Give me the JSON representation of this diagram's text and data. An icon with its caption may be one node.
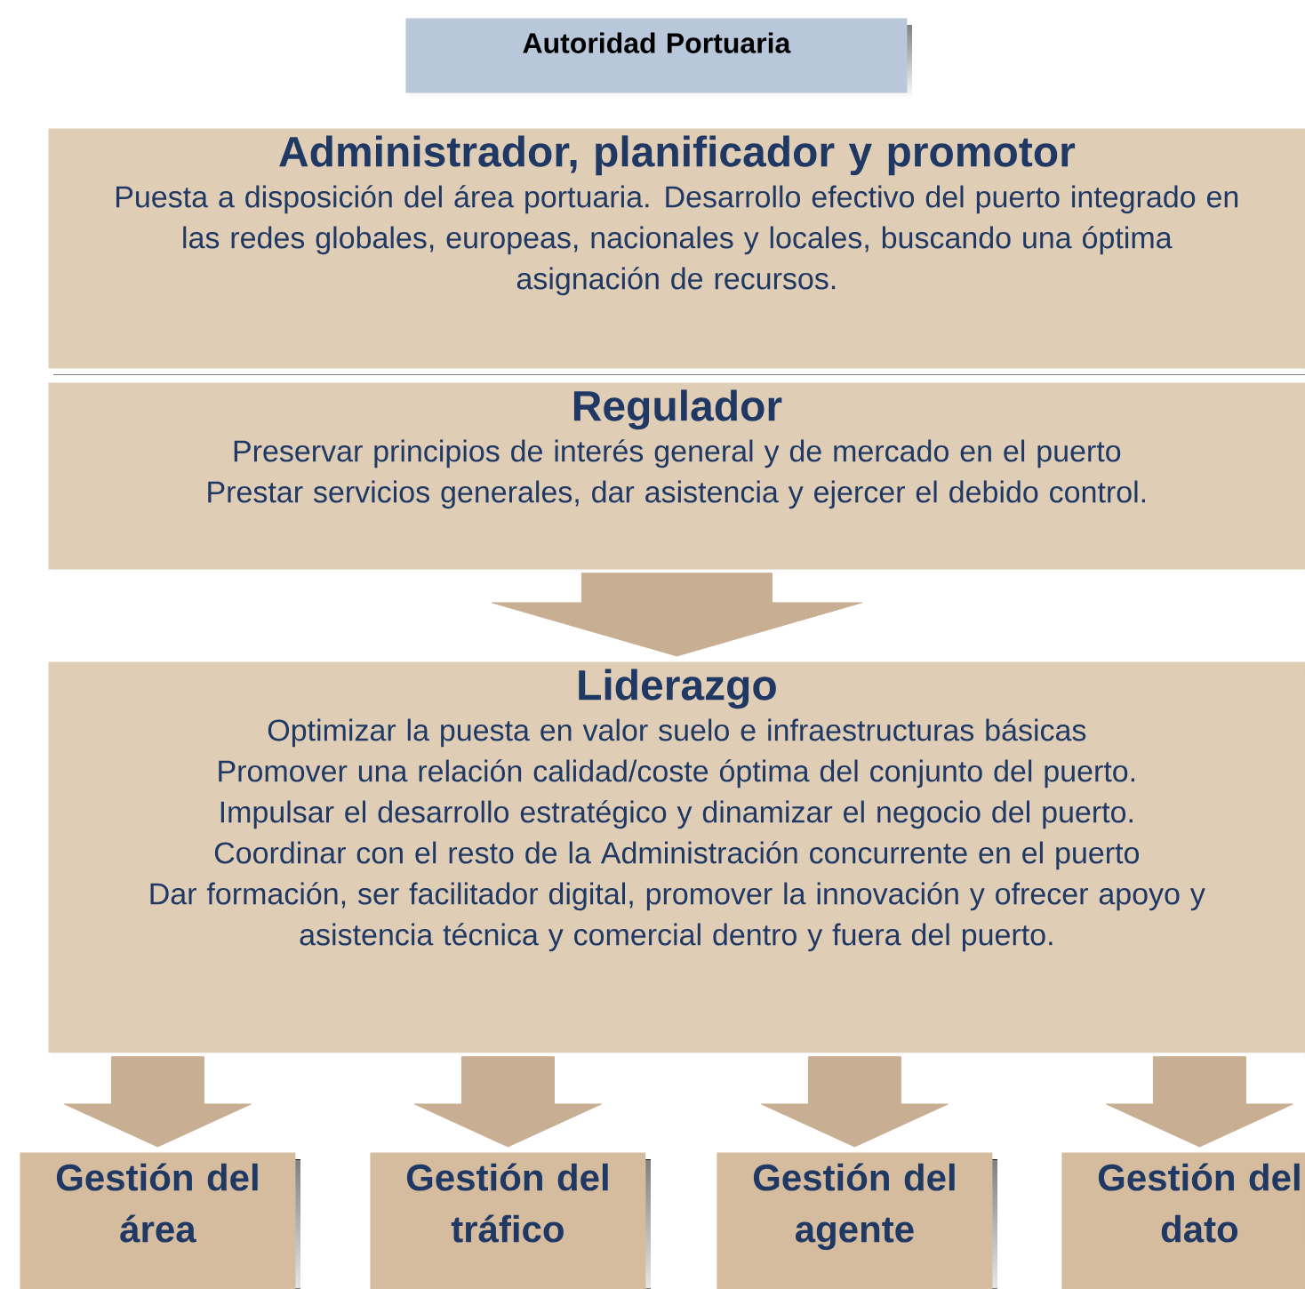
{
  "diagram": {
    "nodes": [
      {
        "text": [
          "Autoridad Portuaria"
        ]
      },
      {
        "text": [
          "Administrador, planificador y promotor",
          "Puesta a disposición del área portuaria. Desarrollo efectivo del puerto integrado en las redes globales, europeas, nacionales y locales, buscando una óptima asignación de recursos."
        ]
      },
      {
        "text": [
          "Regulador",
          "Preservar principios de interés general y de mercado en el puerto",
          "Prestar servicios generales, dar asistencia y ejercer el debido control."
        ]
      },
      {
        "text": [
          "Liderazgo",
          "Optimizar la puesta en valor suelo e infraestructuras básicas",
          "Promover una relación calidad/coste óptima del conjunto del puerto.",
          "Impulsar el desarrollo estratégico y dinamizar el negocio del puerto.",
          "Coordinar con el resto de la Administración concurrente en el puerto",
          "Dar formación, ser facilitador digital, promover la innovación y ofrecer apoyo y asistencia técnica y comercial dentro y fuera del puerto."
        ]
      },
      {
        "text": [
          "Gestión del área"
        ]
      },
      {
        "text": [
          "Gestión del tráfico"
        ]
      },
      {
        "text": [
          "Gestión del agente"
        ]
      },
      {
        "text": [
          "Gestión del dato"
        ]
      }
    ],
    "edges": [
      {
        "from": 2,
        "to": 3,
        "arrow": "to",
        "style": "thick"
      },
      {
        "from": 3,
        "to": 4,
        "arrow": "to",
        "style": "thick"
      },
      {
        "from": 3,
        "to": 5,
        "arrow": "to",
        "style": "thick"
      },
      {
        "from": 3,
        "to": 6,
        "arrow": "to",
        "style": "thick"
      },
      {
        "from": 3,
        "to": 7,
        "arrow": "to",
        "style": "thick"
      }
    ]
  }
}
